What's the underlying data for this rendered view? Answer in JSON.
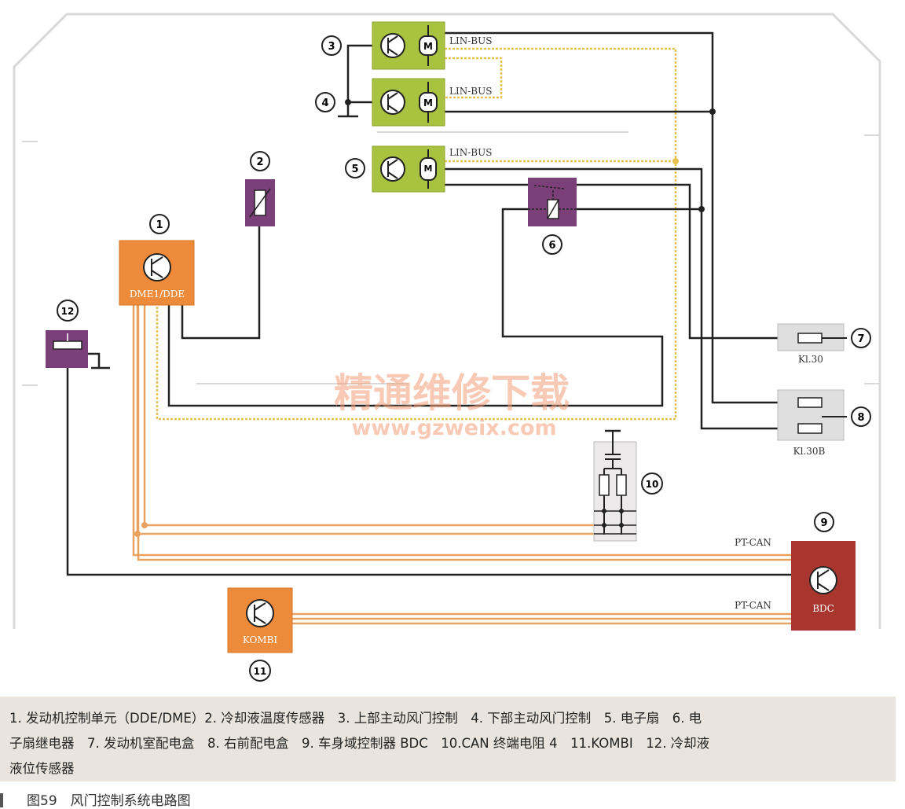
{
  "diagram": {
    "components": [
      {
        "id": "dme",
        "number": "1",
        "label": "DME1/DDE"
      },
      {
        "id": "coolant_temp_sensor",
        "number": "2",
        "label": ""
      },
      {
        "id": "upper_flap",
        "number": "3",
        "label": "LIN-BUS"
      },
      {
        "id": "lower_flap",
        "number": "4",
        "label": "LIN-BUS"
      },
      {
        "id": "electric_fan",
        "number": "5",
        "label": "LIN-BUS"
      },
      {
        "id": "fan_relay",
        "number": "6",
        "label": ""
      },
      {
        "id": "engine_fuse_box",
        "number": "7",
        "label": "Kl.30"
      },
      {
        "id": "front_right_fuse_box",
        "number": "8",
        "label": "Kl.30B"
      },
      {
        "id": "bdc",
        "number": "9",
        "label": "BDC"
      },
      {
        "id": "can_terminator",
        "number": "10",
        "label": ""
      },
      {
        "id": "kombi",
        "number": "11",
        "label": "KOMBI"
      },
      {
        "id": "coolant_level_sensor",
        "number": "12",
        "label": ""
      }
    ],
    "bus_labels": {
      "pt_can_1": "PT-CAN",
      "pt_can_2": "PT-CAN"
    },
    "motor_label": "M",
    "colors": {
      "control_unit": "#ee8b3a",
      "actuator": "#a9c23f",
      "sensor": "#7b3f7a",
      "bdc": "#a8362f",
      "fuse": "#dcdcdc",
      "can_wire": "#e9a25f",
      "lin_wire": "#e5c252",
      "wire": "#222222"
    },
    "icons": [
      "transistor-icon",
      "motor-icon",
      "relay-icon",
      "fuse-icon",
      "resistor-icon",
      "ground-icon",
      "thermistor-icon"
    ]
  },
  "watermark": {
    "line1": "精通维修下载",
    "line2": "www.gzweix.com"
  },
  "caption": {
    "line1": "1. 发动机控制单元（DDE/DME）2. 冷却液温度传感器　3. 上部主动风门控制　4. 下部主动风门控制　5. 电子扇　6. 电",
    "line2": "子扇继电器　7. 发动机室配电盒　8. 右前配电盒　9. 车身域控制器 BDC　10.CAN 终端电阻 4　11.KOMBI　12. 冷却液",
    "line3": "液位传感器"
  },
  "figure_title": "图59　风门控制系统电路图"
}
